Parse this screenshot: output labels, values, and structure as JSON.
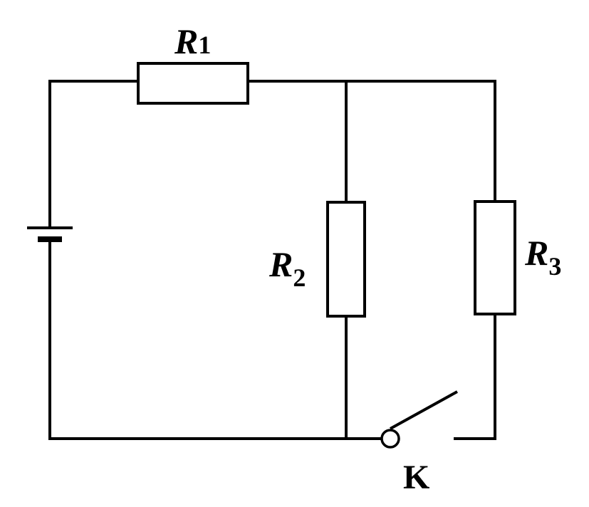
{
  "resistors": [
    {
      "id": "r1",
      "letter": "R",
      "subscript": "1"
    },
    {
      "id": "r2",
      "letter": "R",
      "subscript": "2"
    },
    {
      "id": "r3",
      "letter": "R",
      "subscript": "3"
    }
  ],
  "switch": {
    "label": "K"
  },
  "colors": {
    "line": "#000000",
    "background": "#ffffff"
  }
}
